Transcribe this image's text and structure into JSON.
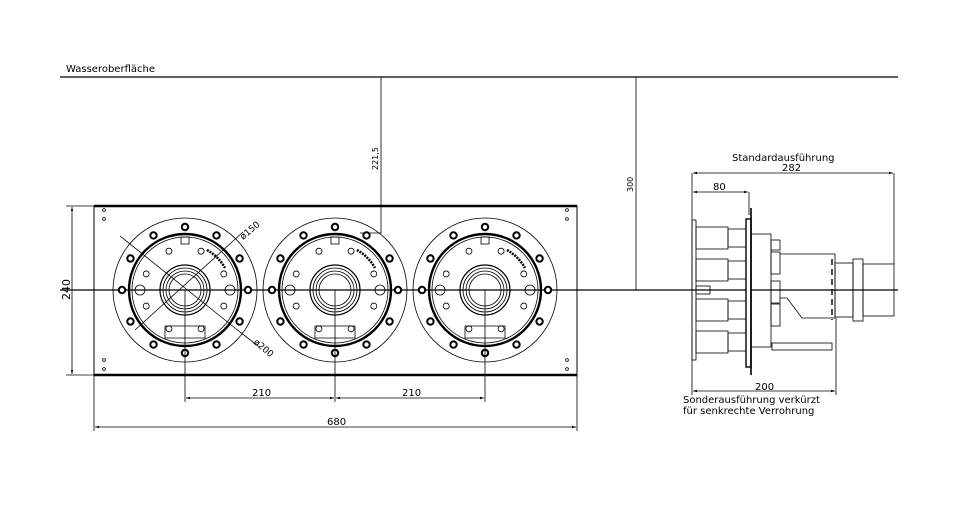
{
  "labels": {
    "water_surface": "Wasseroberfläche",
    "standard": "Standardausführung",
    "special_line1": "Sonderausführung verkürzt",
    "special_line2": "für senkrechte Verrohrung"
  },
  "dimensions": {
    "depth_center": "221,5",
    "depth_side": "300",
    "height": "240",
    "dia_inner": "ø150",
    "dia_outer": "ø200",
    "spacing_1": "210",
    "spacing_2": "210",
    "total_width": "680",
    "standard_length": "282",
    "flange_offset": "80",
    "short_length": "200"
  }
}
